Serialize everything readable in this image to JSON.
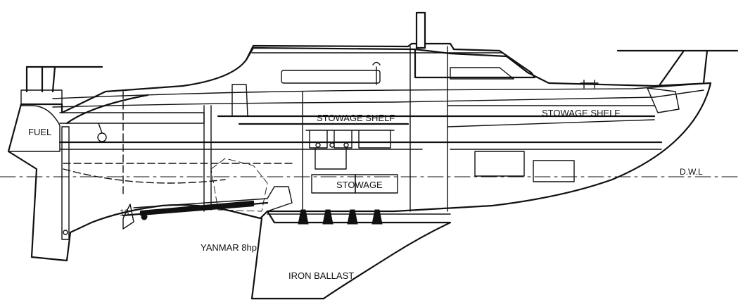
{
  "labels": {
    "fuel": "FUEL",
    "stowage_shelf_cabin": "STOWAGE SHELF",
    "stowage_shelf_forward": "STOWAGE SHELF",
    "dwl": "D.W.L",
    "stowage_lower": "STOWAGE",
    "engine": "YANMAR 8hp",
    "ballast": "IRON BALLAST",
    "prop_mark": "13"
  }
}
